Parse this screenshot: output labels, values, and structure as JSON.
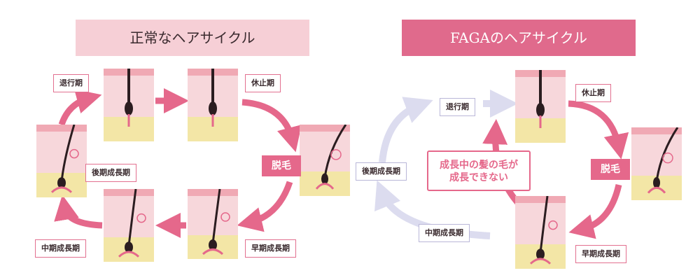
{
  "left": {
    "title": "正常なヘアサイクル",
    "labels": {
      "regression": "退行期",
      "resting": "休止期",
      "shedding": "脱毛",
      "early": "早期成長期",
      "middle": "中期成長期",
      "late": "後期成長期"
    }
  },
  "right": {
    "title": "FAGAのヘアサイクル",
    "labels": {
      "regression": "退行期",
      "resting": "休止期",
      "shedding": "脱毛",
      "early": "早期成長期",
      "middle": "中期成長期",
      "late": "後期成長期"
    },
    "callout": "成長中の髪の毛が\n成長できない"
  },
  "colors": {
    "accent": "#e5688b",
    "accent_light": "#f6cfd6",
    "faded_arrow": "#dcdcef",
    "skin": "#f7d7db",
    "fat": "#f3e6a6"
  }
}
